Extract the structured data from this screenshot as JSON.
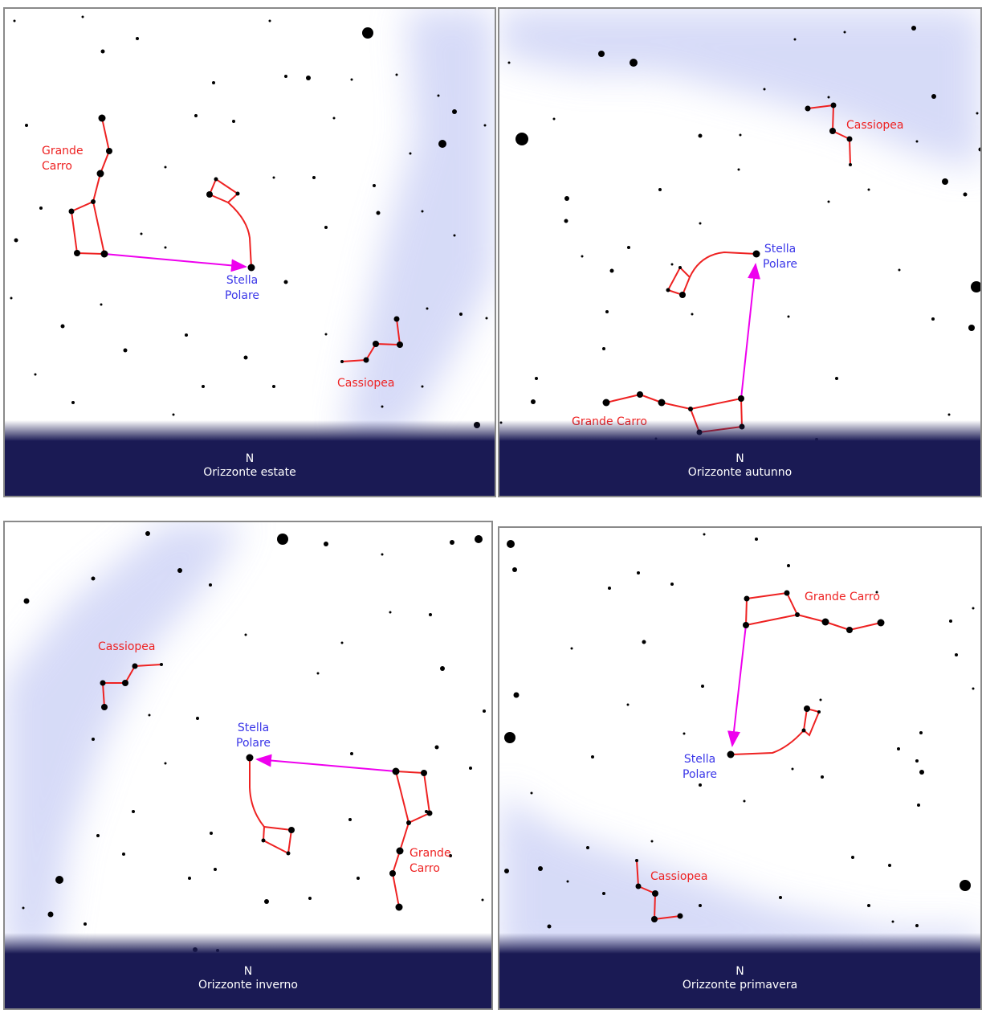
{
  "colors": {
    "constellation_line": "#ee2222",
    "pointer_arrow": "#ee00ee",
    "star": "#000000",
    "milky_way": "#c9cff5",
    "horizon_band": "#1a1a54",
    "horizon_text": "#ffffff",
    "polaris_label": "#3a36e8",
    "constellation_label": "#ee2222"
  },
  "panels": [
    {
      "id": "estate",
      "direction": "N",
      "horizon_label": "Orizzonte estate",
      "labels": {
        "grande_carro": "Grande\nCarro",
        "stella_polare": "Stella\nPolare",
        "cassiopea": "Cassiopea"
      }
    },
    {
      "id": "autunno",
      "direction": "N",
      "horizon_label": "Orizzonte autunno",
      "labels": {
        "grande_carro": "Grande Carro",
        "stella_polare": "Stella\nPolare",
        "cassiopea": "Cassiopea"
      }
    },
    {
      "id": "inverno",
      "direction": "N",
      "horizon_label": "Orizzonte inverno",
      "labels": {
        "grande_carro": "Grande\nCarro",
        "stella_polare": "Stella\nPolare",
        "cassiopea": "Cassiopea"
      }
    },
    {
      "id": "primavera",
      "direction": "N",
      "horizon_label": "Orizzonte primavera",
      "labels": {
        "grande_carro": "Grande Carro",
        "stella_polare": "Stella\nPolare",
        "cassiopea": "Cassiopea"
      }
    }
  ]
}
